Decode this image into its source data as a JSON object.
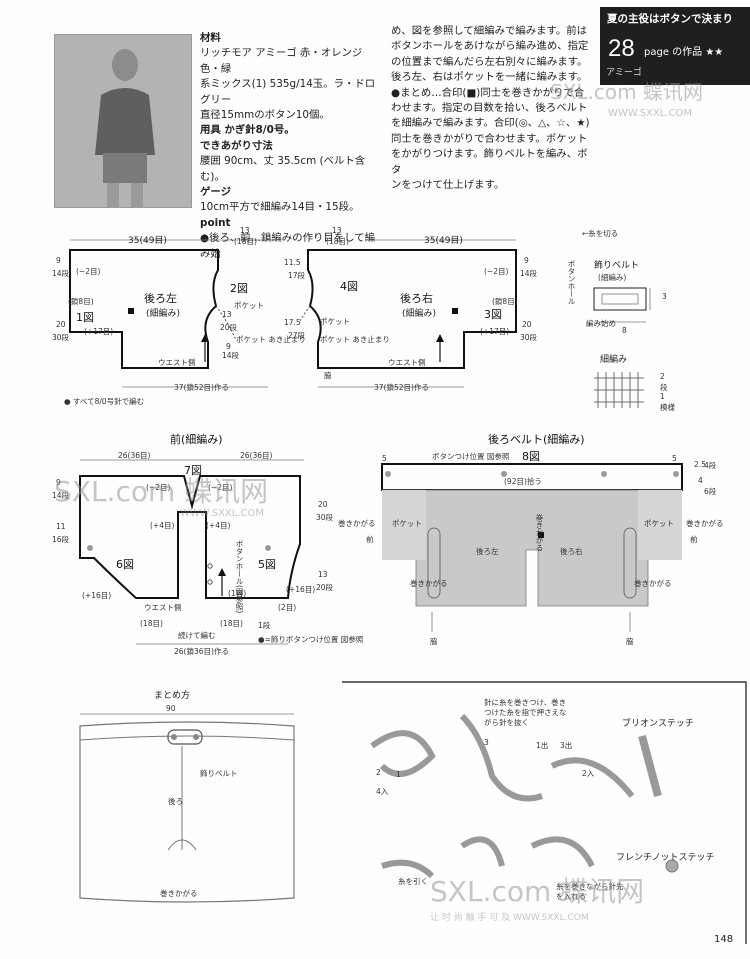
{
  "header": {
    "title": "夏の主役はボタンで決まり",
    "page_number": "28",
    "page_label": "page の作品 ★★",
    "brand": "アミーゴ"
  },
  "materials": {
    "lines": [
      {
        "text": "材料",
        "bold": true
      },
      {
        "text": "リッチモア アミーゴ 赤・オレンジ色・緑",
        "bold": false
      },
      {
        "text": "系ミックス(1) 535g/14玉。ラ・ドログリー",
        "bold": false
      },
      {
        "text": "直径15mmのボタン10個。",
        "bold": false
      },
      {
        "text": "用具 かぎ針8/0号。",
        "bold": true
      },
      {
        "text": "できあがり寸法",
        "bold": true
      },
      {
        "text": "腰囲 90cm、丈 35.5cm (ベルト含む)。",
        "bold": false
      },
      {
        "text": "ゲージ",
        "bold": true
      },
      {
        "text": "10cm平方で細編み14目・15段。",
        "bold": false
      },
      {
        "text": "point",
        "bold": true
      },
      {
        "text": "●後ろ、前…鎖編みの作り目をして編み始",
        "bold": false
      }
    ]
  },
  "instructions": {
    "lines": [
      "め、図を参照して細編みで編みます。前は",
      "ボタンホールをあけながら編み進め、指定",
      "の位置まで編んだら左右別々に編みます。",
      "後ろ左、右はポケットを一緒に編みます。",
      "●まとめ…合印(■)同士を巻きかがりで合",
      "わせます。指定の目数を拾い、後ろベルト",
      "を細編みで編みます。合印(◎、△、☆、★)",
      "同士を巻きかがりで合わせます。ポケット",
      "をかがりつけます。飾りベルトを編み、ボタ",
      "ンをつけて仕上げます。"
    ]
  },
  "diagram_back_left": {
    "title": "後ろ左",
    "subtitle": "(細編み)",
    "fig1": "1図",
    "fig2": "2図",
    "width": "35(49目)",
    "top_right": "13",
    "top_right_sub": "(18目)",
    "left_top": "9",
    "left_top2": "14段",
    "minus2": "(−2目)",
    "plus8": "(鎖8目)",
    "left_mid": "20",
    "left_mid2": "30段",
    "plus17": "(+17目)",
    "pocket": "ポケット",
    "pocket_stop": "ポケット あき止まり",
    "right_13": "13",
    "right_20": "20段",
    "right_14": "14段",
    "right_9": "9",
    "waist": "ウエスト側",
    "bottom": "37(鎖52目)作る",
    "h1": "11.5",
    "h2": "17段",
    "h3": "17.5",
    "h4": "27段",
    "note": "● すべて8/0号針で編む"
  },
  "diagram_back_right": {
    "title": "後ろ右",
    "subtitle": "(細編み)",
    "fig4": "4図",
    "fig3": "3図",
    "top_left": "13",
    "top_left_sub": "(18目)",
    "width": "35(49目)",
    "minus2": "(−2目)",
    "plus8": "(鎖8目)",
    "plus17": "(+17目)",
    "right_9": "9",
    "right_14": "14段",
    "right_20": "20",
    "right_30": "30段",
    "pocket": "ポケット",
    "pocket_stop": "ポケット あき止まり",
    "waist": "ウエスト側",
    "bottom": "37(鎖52目)作る",
    "side": "脇"
  },
  "belt_cut_legend": "←糸を切る",
  "deco_belt": {
    "title": "飾りベルト",
    "subtitle": "(細編み)",
    "buttonhole": "ボタンホール",
    "start": "編み始め",
    "w": "8",
    "h": "3"
  },
  "sc_chart": {
    "title": "細編み",
    "note1": "2",
    "note2": "段",
    "note3": "1",
    "note4": "模様"
  },
  "front": {
    "title": "前(細編み)",
    "left_w": "26(36目)",
    "right_w": "26(36目)",
    "fig7": "7図",
    "fig6": "6図",
    "fig5": "5図",
    "minus2_l": "(−2目)",
    "minus2_r": "(−2目)",
    "plus4_l": "(+4目)",
    "plus4_r": "(+4目)",
    "plus16_l": "(+16目)",
    "plus16_r": "(+16目)",
    "eight_l": "(18目)",
    "eight_r": "(18目)",
    "waist": "ウエスト側",
    "button": "ボタンホール(図参照)",
    "one": "(1目)",
    "two": "(2目)",
    "cont": "続けて編む",
    "bottom": "26(鎖36目)作る",
    "legend": "●=飾りボタンつけ位置 図参照",
    "l1": "9",
    "l2": "14段",
    "l3": "11",
    "l4": "16段",
    "r1": "20",
    "r2": "30段",
    "r3": "13",
    "r4": "20段",
    "r5": "1段"
  },
  "back_belt": {
    "title": "後ろベルト(細編み)",
    "fig8": "8図",
    "button_pos": "ボタンつけ位置 図参照",
    "pick": "(92目)拾う",
    "left5": "5",
    "right5": "5",
    "r1": "2.5",
    "r2": "4段",
    "r3": "4",
    "r4": "6段",
    "wrap_l": "巻きかがる",
    "wrap_r": "巻きかがる",
    "pocket_l": "ポケット",
    "pocket_r": "ポケット",
    "back_l": "後ろ左",
    "back_r": "後ろ右",
    "front_l": "前",
    "front_r": "前",
    "side_l": "脇",
    "side_r": "脇",
    "wrap_c": "巻きかがる",
    "wrap_bl": "巻きかがる",
    "wrap_br": "巻きかがる"
  },
  "assembly": {
    "title": "まとめ方",
    "width": "90",
    "deco": "飾りベルト",
    "back": "後ろ",
    "wrap": "巻きかがる"
  },
  "stitches": {
    "bullion": "ブリオンステッチ",
    "french": "フレンチノットステッチ",
    "step1": "針に糸を巻きつけ、巻きつけた糸を指で押さえながら針を抜く",
    "s1": "1",
    "s2": "2",
    "s3": "3",
    "s4": "4入",
    "s1out": "1出",
    "s3out": "3出",
    "s2in": "2入",
    "pull": "糸を引く",
    "wrap_note": "糸を巻きながら針先を入れる"
  },
  "page_number_footer": "148",
  "watermarks": {
    "w1a": "SXL.com 蝶讯网",
    "w1b": "WWW.SXXL.COM",
    "w2a": "SXL.com 蝶讯网",
    "w2b": "WWW.SXXL.COM",
    "w3a": "SXL.com 蝶讯网",
    "w3b": "让 时 尚 触 手 可 及 WWW.SXXL.COM"
  }
}
